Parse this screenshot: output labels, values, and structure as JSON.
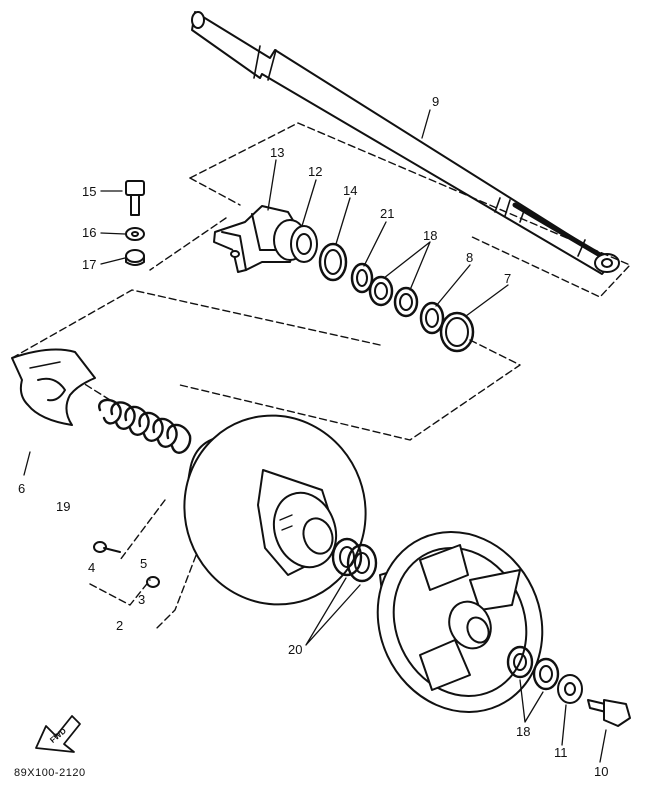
{
  "diagram": {
    "callouts": [
      {
        "id": "c1",
        "text": "9"
      },
      {
        "id": "c2",
        "text": "13"
      },
      {
        "id": "c3",
        "text": "12"
      },
      {
        "id": "c4",
        "text": "14"
      },
      {
        "id": "c5",
        "text": "21"
      },
      {
        "id": "c6",
        "text": "18"
      },
      {
        "id": "c7",
        "text": "8"
      },
      {
        "id": "c8",
        "text": "7"
      },
      {
        "id": "c9",
        "text": "15"
      },
      {
        "id": "c10",
        "text": "16"
      },
      {
        "id": "c11",
        "text": "17"
      },
      {
        "id": "c12",
        "text": "6"
      },
      {
        "id": "c13",
        "text": "19"
      },
      {
        "id": "c14",
        "text": "5"
      },
      {
        "id": "c15",
        "text": "4"
      },
      {
        "id": "c16",
        "text": "3"
      },
      {
        "id": "c17",
        "text": "2"
      },
      {
        "id": "c18",
        "text": "20"
      },
      {
        "id": "c19",
        "text": "18"
      },
      {
        "id": "c20",
        "text": "11"
      },
      {
        "id": "c21",
        "text": "10"
      }
    ],
    "direction_label": "FWD",
    "part_code": "89X100-2120",
    "line_color": "#111111",
    "background": "#ffffff"
  }
}
